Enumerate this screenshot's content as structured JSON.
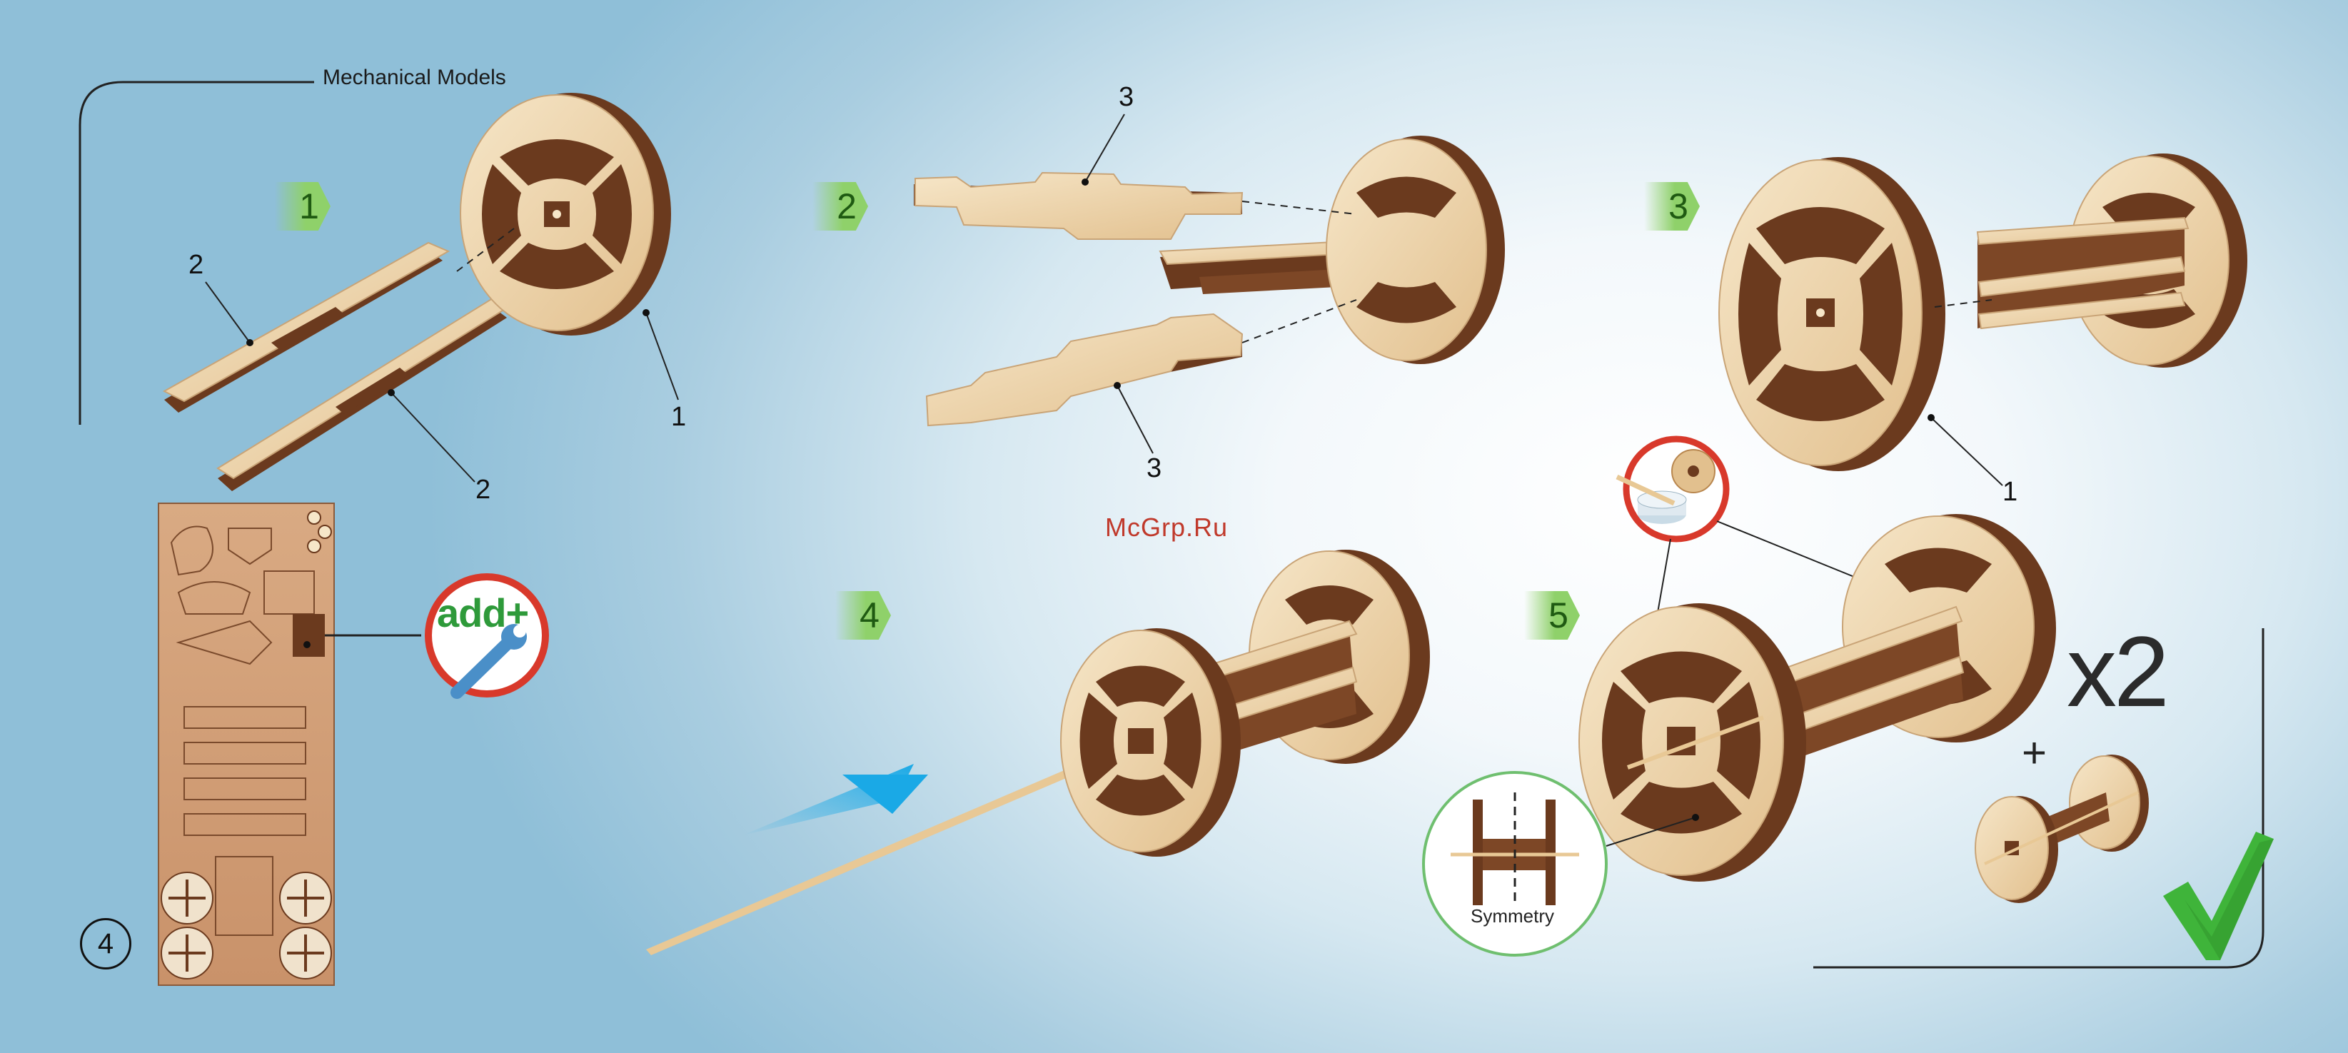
{
  "brand": "Mechanical Models",
  "watermark": "McGrp.Ru",
  "steps": [
    "1",
    "2",
    "3",
    "4",
    "5"
  ],
  "part_labels": {
    "step1_upper_2": "2",
    "step1_lower_2": "2",
    "step1_wheel_1": "1",
    "step2_top_3": "3",
    "step2_bottom_3": "3",
    "step3_wheel_1": "1"
  },
  "sheet_number": "4",
  "add_badge": "add+",
  "multiplier": "x2",
  "plus_sign": "+",
  "symmetry_label": "Symmetry",
  "colors": {
    "wood_light": "#f1dcb8",
    "wood_mid": "#e3c496",
    "wood_dark": "#6b3a1e",
    "step_green": "#8fd16a",
    "badge_red": "#d8392b",
    "check_green": "#3fb43a",
    "arrow_blue": "#1aa9e6",
    "watermark": "#c0392b"
  },
  "icons": [
    "wrench-icon",
    "glue-pot-icon",
    "gear-icon",
    "checkmark-icon",
    "arrow-icon",
    "toothpick-icon"
  ]
}
